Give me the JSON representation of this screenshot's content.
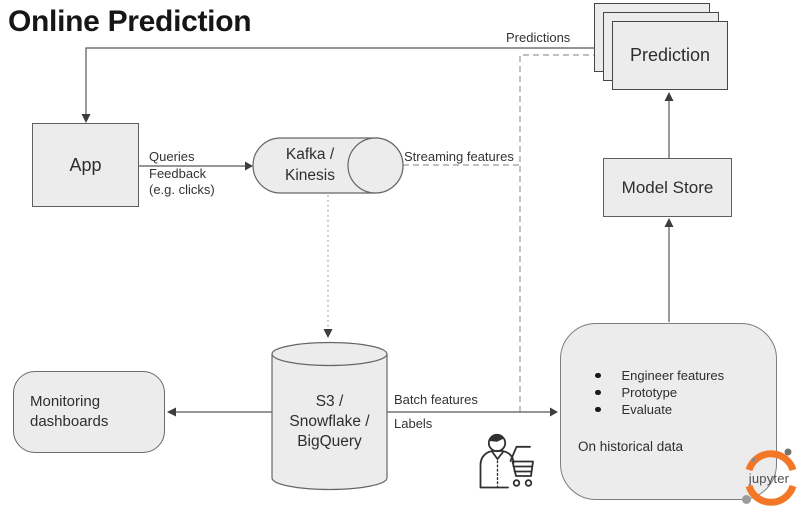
{
  "title": "Online Prediction",
  "colors": {
    "node_fill": "#ececec",
    "node_border": "#5f5f5f",
    "connector": "#575757",
    "dashed_connector": "#9a9a9a",
    "dotted_connector": "#b5b5b5",
    "arrowhead": "#3d3d3d",
    "text": "#2e2e2e",
    "jupyter_orange": "#f37726"
  },
  "nodes": {
    "app": {
      "label": "App"
    },
    "kafka": {
      "line1": "Kafka /",
      "line2": "Kinesis"
    },
    "prediction": {
      "label": "Prediction"
    },
    "model_store": {
      "label": "Model Store"
    },
    "warehouse": {
      "line1": "S3 /",
      "line2": "Snowflake /",
      "line3": "BigQuery"
    },
    "monitoring": {
      "line1": "Monitoring",
      "line2": "dashboards"
    },
    "dev_environment": {
      "bullets": [
        "Engineer features",
        "Prototype",
        "Evaluate"
      ],
      "note": "On historical data"
    }
  },
  "edges": {
    "predictions_label": "Predictions",
    "queries_label_line1": "Queries",
    "queries_label_line2": "Feedback",
    "queries_label_line3": "(e.g. clicks)",
    "streaming_label": "Streaming features",
    "batch_label": "Batch features",
    "labels_label": "Labels"
  },
  "branding": {
    "jupyter_wordmark": "jupyter"
  }
}
